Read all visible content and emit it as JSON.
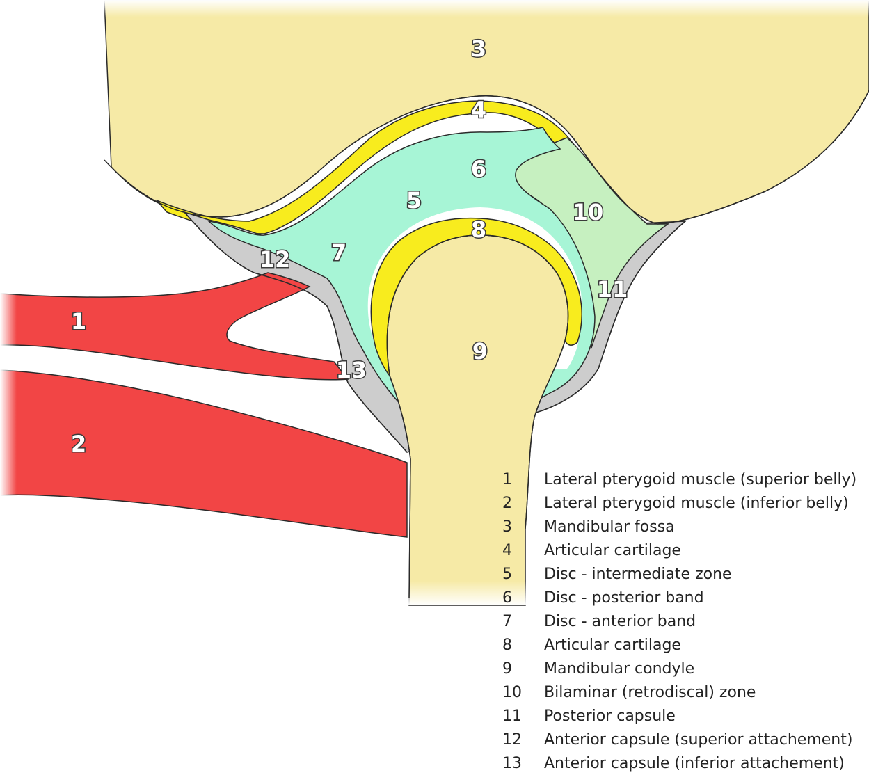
{
  "colors": {
    "bone": "#f6eaa6",
    "cartilage": "#f8ec1e",
    "disc": "#a7f5d6",
    "retrodiscal": "#c6f0c0",
    "capsule": "#cdcdcd",
    "muscle": "#f24545",
    "outline": "#2a2a2a"
  },
  "markers": [
    "1",
    "2",
    "3",
    "4",
    "5",
    "6",
    "7",
    "8",
    "9",
    "10",
    "11",
    "12",
    "13"
  ],
  "legend": [
    {
      "num": "1",
      "text": "Lateral pterygoid muscle (superior belly)"
    },
    {
      "num": "2",
      "text": "Lateral pterygoid muscle (inferior belly)"
    },
    {
      "num": "3",
      "text": "Mandibular fossa"
    },
    {
      "num": "4",
      "text": "Articular cartilage"
    },
    {
      "num": "5",
      "text": "Disc - intermediate zone"
    },
    {
      "num": "6",
      "text": "Disc - posterior band"
    },
    {
      "num": "7",
      "text": "Disc - anterior band"
    },
    {
      "num": "8",
      "text": "Articular cartilage"
    },
    {
      "num": "9",
      "text": "Mandibular condyle"
    },
    {
      "num": "10",
      "text": "Bilaminar (retrodiscal) zone"
    },
    {
      "num": "11",
      "text": "Posterior capsule"
    },
    {
      "num": "12",
      "text": "Anterior capsule (superior attachement)"
    },
    {
      "num": "13",
      "text": "Anterior capsule (inferior attachement)"
    }
  ]
}
